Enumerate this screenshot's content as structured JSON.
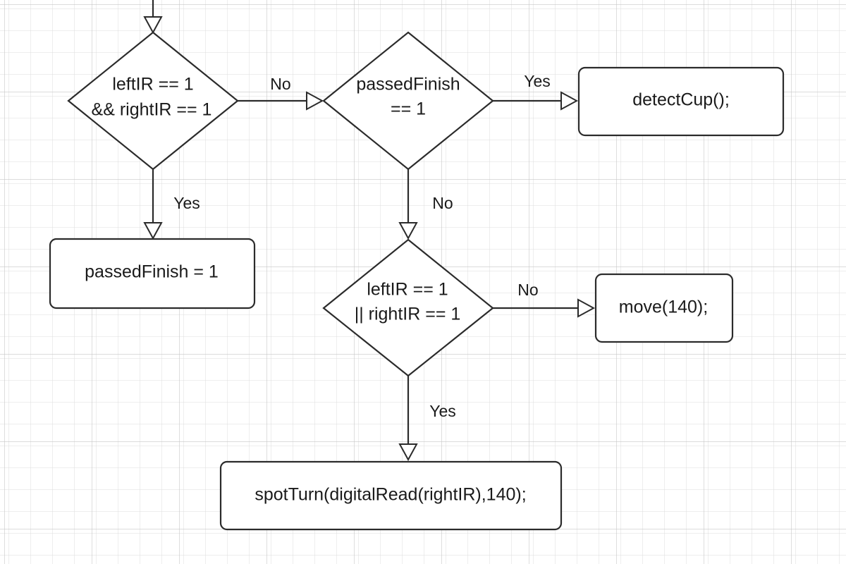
{
  "diagram": {
    "nodes": {
      "decision_both_ir": {
        "line1": "leftIR == 1",
        "line2": "&& rightIR == 1"
      },
      "decision_passed_top": {
        "line1": "passedFinish",
        "line2": "== 1"
      },
      "process_detect_cup": {
        "label": "detectCup();"
      },
      "process_set_passed": {
        "label": "passedFinish = 1"
      },
      "decision_either_ir": {
        "line1": "leftIR == 1",
        "line2": "|| rightIR == 1"
      },
      "process_move": {
        "label": "move(140);"
      },
      "process_spot_turn": {
        "label": "spotTurn(digitalRead(rightIR),140);"
      }
    },
    "edges": {
      "both_no": "No",
      "both_yes": "Yes",
      "passed_yes": "Yes",
      "passed_no": "No",
      "either_no": "No",
      "either_yes": "Yes"
    }
  },
  "colors": {
    "grid": "#d9d9d9",
    "stroke": "#2b2b2b",
    "fill": "#ffffff",
    "text": "#1a1a1a"
  }
}
